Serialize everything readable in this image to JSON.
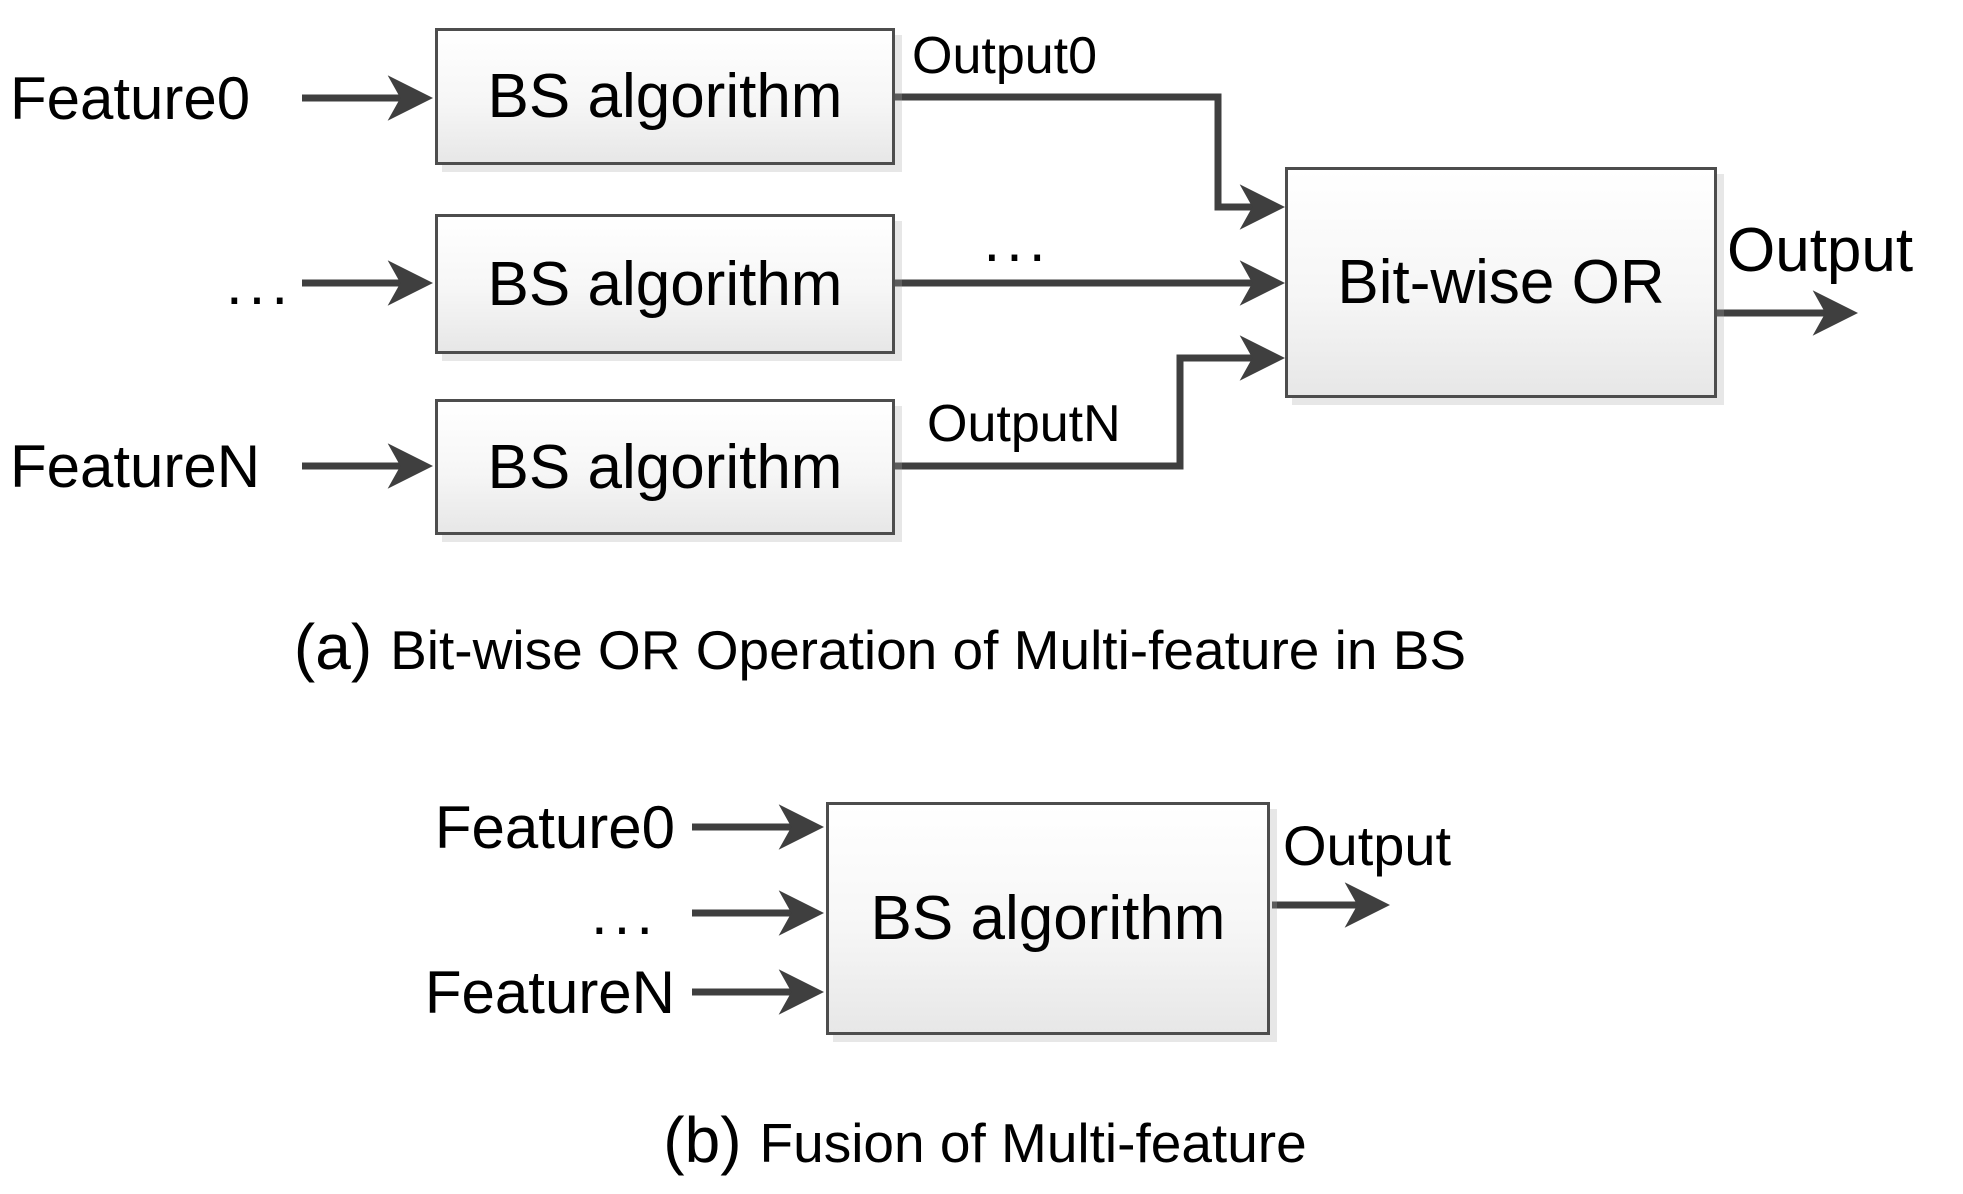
{
  "figure_a": {
    "inputs": [
      "Feature0",
      "...",
      "FeatureN"
    ],
    "bs_boxes": [
      "BS algorithm",
      "BS algorithm",
      "BS algorithm"
    ],
    "or_box_label": "Bit-wise OR",
    "edge_labels": {
      "output0": "Output0",
      "dots": "...",
      "outputN": "OutputN"
    },
    "output_label": "Output",
    "caption_tag": "(a)",
    "caption_text": "Bit-wise OR Operation of Multi-feature in BS"
  },
  "figure_b": {
    "inputs": [
      "Feature0",
      "...",
      "FeatureN"
    ],
    "bs_box_label": "BS algorithm",
    "output_label": "Output",
    "caption_tag": "(b)",
    "caption_text": "Fusion of Multi-feature"
  },
  "colors": {
    "arrow": "#3f3f3f",
    "box_border": "#4d4d4d",
    "box_fill_top": "#ffffff",
    "box_fill_bottom": "#e7e7e7",
    "shadow": "#d9d9d9",
    "text": "#000000",
    "background": "#ffffff"
  }
}
